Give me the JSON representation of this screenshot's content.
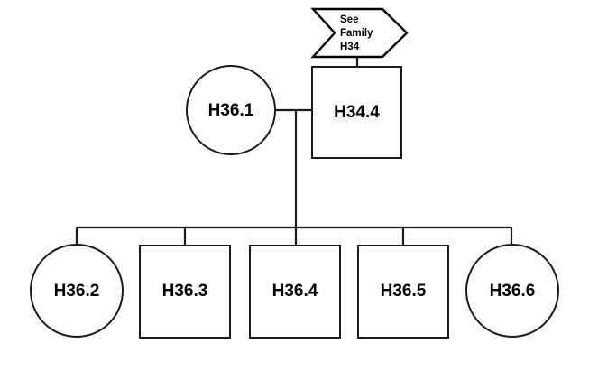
{
  "diagram": {
    "type": "pedigree-chart",
    "title": "",
    "background_color": "#ffffff",
    "line_color": "#1a1a1a",
    "text_color": "#000000"
  },
  "banner": {
    "name": "see-family-banner",
    "shape": "chevron",
    "lines": [
      "See",
      "Family",
      "H34"
    ],
    "line1": "See",
    "line2": "Family",
    "line3": "H34"
  },
  "parents": {
    "mother": {
      "id": "H36.1",
      "label": "H36.1",
      "shape": "circle",
      "sex": "female"
    },
    "father": {
      "id": "H34.4",
      "label": "H34.4",
      "shape": "square",
      "sex": "male"
    }
  },
  "children": [
    {
      "id": "H36.2",
      "label": "H36.2",
      "shape": "circle",
      "sex": "female"
    },
    {
      "id": "H36.3",
      "label": "H36.3",
      "shape": "square",
      "sex": "male"
    },
    {
      "id": "H36.4",
      "label": "H36.4",
      "shape": "square",
      "sex": "male"
    },
    {
      "id": "H36.5",
      "label": "H36.5",
      "shape": "square",
      "sex": "male"
    },
    {
      "id": "H36.6",
      "label": "H36.6",
      "shape": "circle",
      "sex": "female"
    }
  ]
}
